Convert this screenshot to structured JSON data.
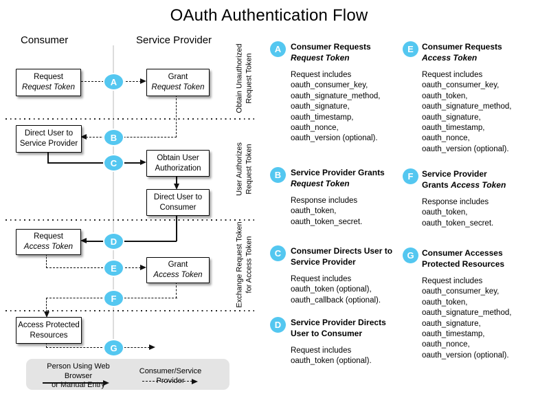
{
  "title": "OAuth Authentication Flow",
  "columns": {
    "consumer": "Consumer",
    "service_provider": "Service Provider"
  },
  "accent_color": "#54c7f0",
  "phases": [
    {
      "label": "Obtain Unauthorized\nRequest Token"
    },
    {
      "label": "User Authorizes\nRequest Token"
    },
    {
      "label": "Exchange Request Token\nfor Access Token"
    }
  ],
  "flow_boxes": {
    "request_request_token": {
      "line1": "Request",
      "line2": "Request Token"
    },
    "grant_request_token": {
      "line1": "Grant",
      "line2": "Request Token"
    },
    "direct_user_to_sp": {
      "line1": "Direct User to",
      "line2": "Service Provider"
    },
    "obtain_user_auth": {
      "line1": "Obtain User",
      "line2": "Authorization"
    },
    "direct_user_to_consumer": {
      "line1": "Direct User to",
      "line2": "Consumer"
    },
    "request_access_token": {
      "line1": "Request",
      "line2": "Access Token"
    },
    "grant_access_token": {
      "line1": "Grant",
      "line2": "Access Token"
    },
    "access_protected_resources": {
      "line1": "Access Protected",
      "line2": "Resources"
    }
  },
  "steps": [
    {
      "letter": "A",
      "title_runs": [
        {
          "t": "Consumer Requests",
          "br": true
        },
        {
          "t": "Request Token",
          "i": true
        }
      ],
      "body": "Request includes\noauth_consumer_key,\noauth_signature_method,\noauth_signature,\noauth_timestamp,\noauth_nonce,\noauth_version (optional)."
    },
    {
      "letter": "B",
      "title_runs": [
        {
          "t": "Service Provider Grants",
          "br": true
        },
        {
          "t": "Request Token",
          "i": true
        }
      ],
      "body": "Response includes\noauth_token,\noauth_token_secret."
    },
    {
      "letter": "C",
      "title_runs": [
        {
          "t": "Consumer Directs User to",
          "br": true
        },
        {
          "t": "Service Provider"
        }
      ],
      "body": "Request includes\noauth_token (optional),\noauth_callback (optional)."
    },
    {
      "letter": "D",
      "title_runs": [
        {
          "t": "Service Provider Directs",
          "br": true
        },
        {
          "t": "User to Consumer"
        }
      ],
      "body": "Request includes\noauth_token (optional)."
    },
    {
      "letter": "E",
      "title_runs": [
        {
          "t": "Consumer Requests",
          "br": true
        },
        {
          "t": "Access Token",
          "i": true
        }
      ],
      "body": "Request includes\noauth_consumer_key,\noauth_token,\noauth_signature_method,\noauth_signature,\noauth_timestamp,\noauth_nonce,\noauth_version (optional)."
    },
    {
      "letter": "F",
      "title_runs": [
        {
          "t": "Service Provider",
          "br": true
        },
        {
          "t": "Grants "
        },
        {
          "t": "Access Token",
          "i": true
        }
      ],
      "body": "Response includes\noauth_token,\noauth_token_secret."
    },
    {
      "letter": "G",
      "title_runs": [
        {
          "t": "Consumer Accesses",
          "br": true
        },
        {
          "t": "Protected Resources"
        }
      ],
      "body": "Request includes\noauth_consumer_key,\noauth_token,\noauth_signature_method,\noauth_signature,\noauth_timestamp,\noauth_nonce,\noauth_version (optional)."
    }
  ],
  "legend": {
    "solid_label": "Person Using Web Browser\nor Manual Entry",
    "dashed_label": "Consumer/Service Provider"
  }
}
